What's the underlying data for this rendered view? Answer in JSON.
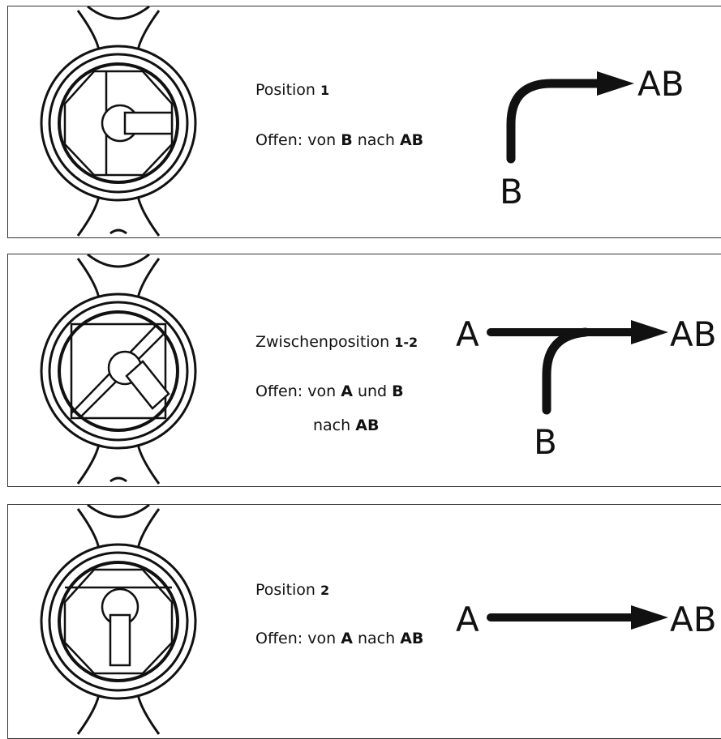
{
  "panels": [
    {
      "title_prefix": "Position",
      "title_number": "1",
      "open_label": "Offen:",
      "line1": [
        "von",
        "B",
        "nach",
        "AB"
      ],
      "ports": {
        "outlet": "AB",
        "inlet_b": "B"
      }
    },
    {
      "title_prefix": "Zwischenposition",
      "title_number": "1-2",
      "open_label": "Offen:",
      "line1": [
        "von",
        "A",
        "und",
        "B"
      ],
      "line2": [
        "nach",
        "AB"
      ],
      "ports": {
        "inlet_a": "A",
        "outlet": "AB",
        "inlet_b": "B"
      }
    },
    {
      "title_prefix": "Position",
      "title_number": "2",
      "open_label": "Offen:",
      "line1": [
        "von",
        "A",
        "nach",
        "AB"
      ],
      "ports": {
        "inlet_a": "A",
        "outlet": "AB"
      }
    }
  ],
  "colors": {
    "stroke": "#111111",
    "frame": "#333333"
  }
}
